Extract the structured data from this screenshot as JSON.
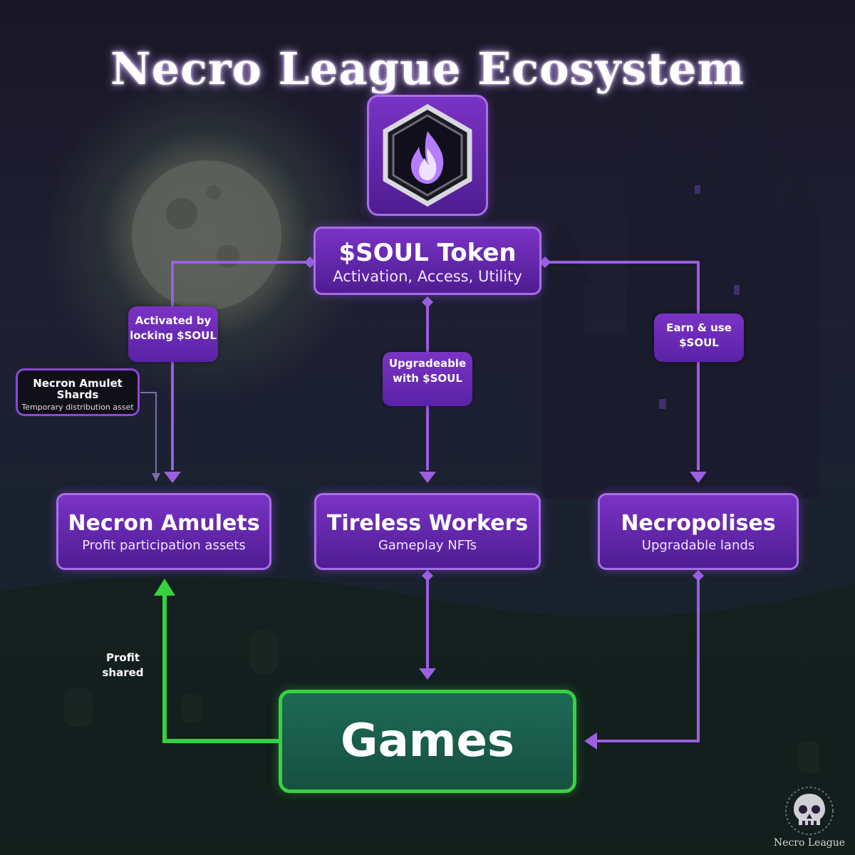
{
  "title": "Necro League Ecosystem",
  "token": {
    "icon": "soul-flame-icon",
    "name": "$SOUL Token",
    "subtitle": "Activation, Access, Utility"
  },
  "edge_labels": {
    "activated": "Activated by locking $SOUL",
    "upgradeable": "Upgradeable with $SOUL",
    "earn": "Earn & use $SOUL",
    "profit": "Profit shared"
  },
  "shards": {
    "title": "Necron Amulet Shards",
    "subtitle": "Temporary distribution asset"
  },
  "nodes": [
    {
      "title": "Necron Amulets",
      "subtitle": "Profit participation assets"
    },
    {
      "title": "Tireless Workers",
      "subtitle": "Gameplay NFTs"
    },
    {
      "title": "Necropolises",
      "subtitle": "Upgradable lands"
    }
  ],
  "games": {
    "title": "Games"
  },
  "brand": {
    "name": "Necro League",
    "logo": "skull-emblem-icon"
  },
  "colors": {
    "accent": "#7a33c5",
    "border": "#a96ee6",
    "line": "#9b5fe0",
    "games": "#37d13f"
  }
}
